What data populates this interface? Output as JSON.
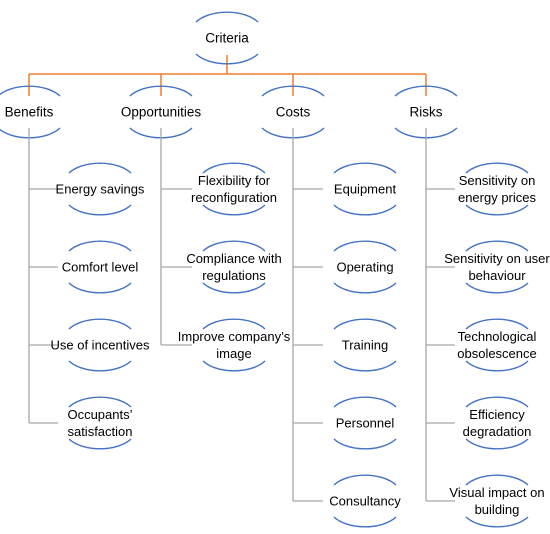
{
  "root": {
    "label": "Criteria"
  },
  "colors": {
    "arc": "#4472c4",
    "root_connector": "#ed7d31",
    "tree_line": "#a6a6a6"
  },
  "categories": [
    {
      "label": "Benefits",
      "items": [
        "Energy savings",
        "Comfort level",
        "Use of incentives",
        "Occupants’ satisfaction"
      ]
    },
    {
      "label": "Opportunities",
      "items": [
        "Flexibility for reconfiguration",
        "Compliance with regulations",
        "Improve company’s image"
      ]
    },
    {
      "label": "Costs",
      "items": [
        "Equipment",
        "Operating",
        "Training",
        "Personnel",
        "Consultancy"
      ]
    },
    {
      "label": "Risks",
      "items": [
        "Sensitivity on energy prices",
        "Sensitivity on user behaviour",
        "Technological obsolescence",
        "Efficiency degradation",
        "Visual impact on building"
      ]
    }
  ]
}
